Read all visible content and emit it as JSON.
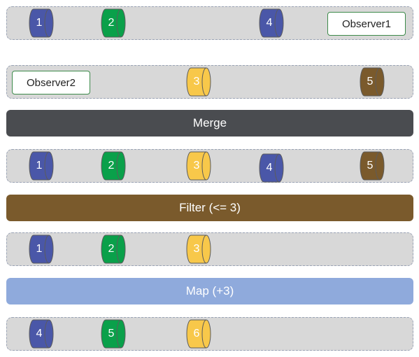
{
  "colors": {
    "blue": "#4a57a8",
    "green": "#0aa04a",
    "yellow": "#f8c84a",
    "brown": "#7a5a2c",
    "lane": "#d8d8d8",
    "merge": "#4a4c50",
    "filter": "#7a5a2c",
    "map": "#8faadc"
  },
  "lanes": {
    "observer1": {
      "label": "Observer1",
      "tokens": [
        {
          "value": "1",
          "color": "blue"
        },
        {
          "value": "2",
          "color": "green"
        },
        {
          "value": "4",
          "color": "blue"
        }
      ]
    },
    "observer2": {
      "label": "Observer2",
      "tokens": [
        {
          "value": "3",
          "color": "yellow"
        },
        {
          "value": "5",
          "color": "brown"
        }
      ]
    },
    "merged": {
      "tokens": [
        {
          "value": "1",
          "color": "blue"
        },
        {
          "value": "2",
          "color": "green"
        },
        {
          "value": "3",
          "color": "yellow"
        },
        {
          "value": "4",
          "color": "blue"
        },
        {
          "value": "5",
          "color": "brown"
        }
      ]
    },
    "filtered": {
      "tokens": [
        {
          "value": "1",
          "color": "blue"
        },
        {
          "value": "2",
          "color": "green"
        },
        {
          "value": "3",
          "color": "yellow"
        }
      ]
    },
    "mapped": {
      "tokens": [
        {
          "value": "4",
          "color": "blue"
        },
        {
          "value": "5",
          "color": "green"
        },
        {
          "value": "6",
          "color": "yellow"
        }
      ]
    }
  },
  "operators": {
    "merge": "Merge",
    "filter": "Filter (<= 3)",
    "map": "Map (+3)"
  }
}
